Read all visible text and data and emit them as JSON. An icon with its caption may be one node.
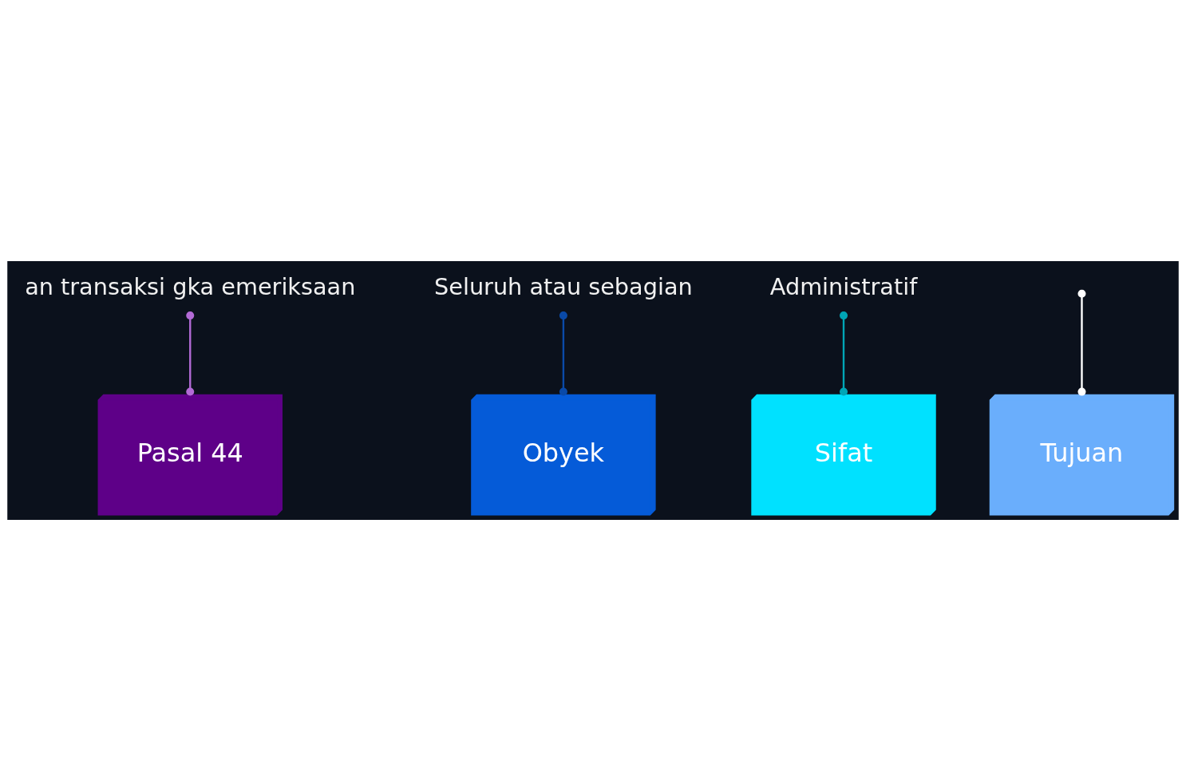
{
  "diagram": {
    "nodes": [
      {
        "text": [
          "an transaksi gka emeriksaan"
        ]
      },
      {
        "text": [
          "Pasal 44"
        ]
      },
      {
        "text": [
          "Seluruh atau sebagian"
        ]
      },
      {
        "text": [
          "Obyek"
        ]
      },
      {
        "text": [
          "Administratif"
        ]
      },
      {
        "text": [
          "Sifat"
        ]
      },
      {
        "text": [
          "Tujuan"
        ]
      }
    ],
    "edges": [
      {
        "from": 0,
        "to": 1,
        "arrow": "other",
        "color": "#b36bd6"
      },
      {
        "from": 2,
        "to": 3,
        "arrow": "other",
        "color": "#0a4aa8"
      },
      {
        "from": 4,
        "to": 5,
        "arrow": "other",
        "color": "#00a6b6"
      },
      {
        "from": null,
        "to": 6,
        "arrow": "other",
        "color": "#ffffff"
      }
    ]
  }
}
